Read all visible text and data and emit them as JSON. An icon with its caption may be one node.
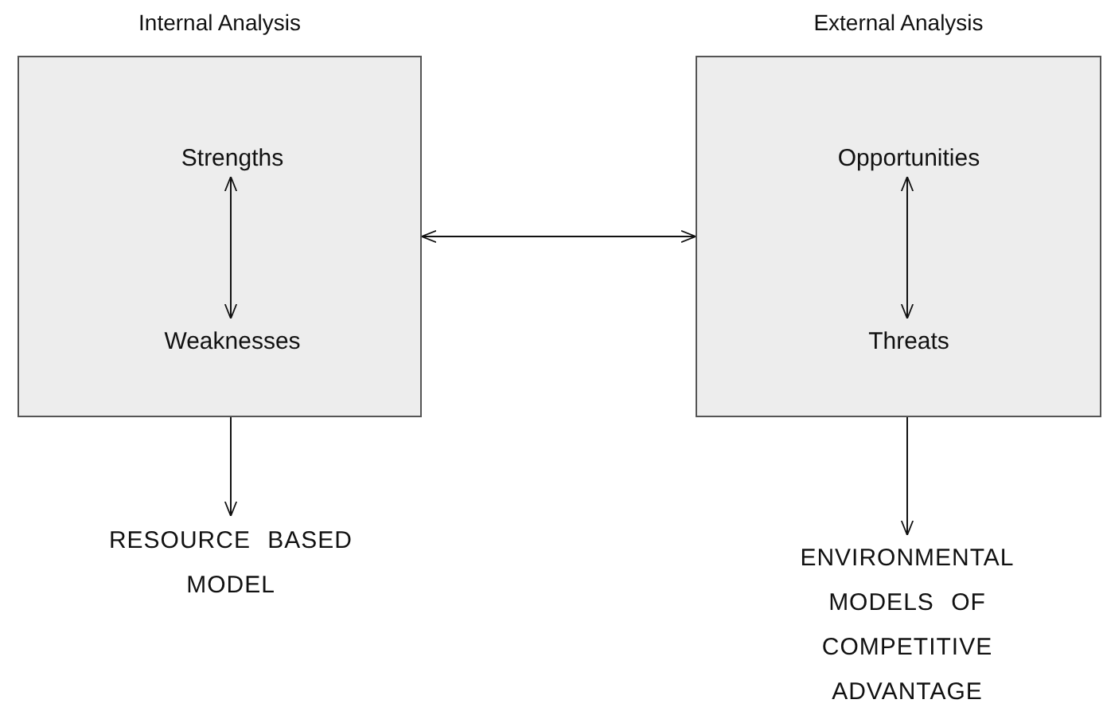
{
  "diagram": {
    "nodes": [
      {
        "text": [
          "Internal Analysis"
        ]
      },
      {
        "text": [
          "Strengths"
        ],
        "in": 0
      },
      {
        "text": [
          "Weaknesses"
        ],
        "in": 0
      },
      {
        "text": [
          "External Analysis"
        ]
      },
      {
        "text": [
          "Opportunities"
        ],
        "in": 3
      },
      {
        "text": [
          "Threats"
        ],
        "in": 3
      },
      {
        "text": [
          "RESOURCE BASED MODEL"
        ]
      },
      {
        "text": [
          "ENVIRONMENTAL MODELS OF COMPETITIVE ADVANTAGE"
        ]
      }
    ],
    "edges": [
      {
        "from": 1,
        "to": 2,
        "arrow": "both"
      },
      {
        "from": 4,
        "to": 5,
        "arrow": "both"
      },
      {
        "from": 0,
        "to": 3,
        "arrow": "both"
      },
      {
        "from": 0,
        "to": 6,
        "arrow": "to"
      },
      {
        "from": 3,
        "to": 7,
        "arrow": "to"
      }
    ]
  }
}
